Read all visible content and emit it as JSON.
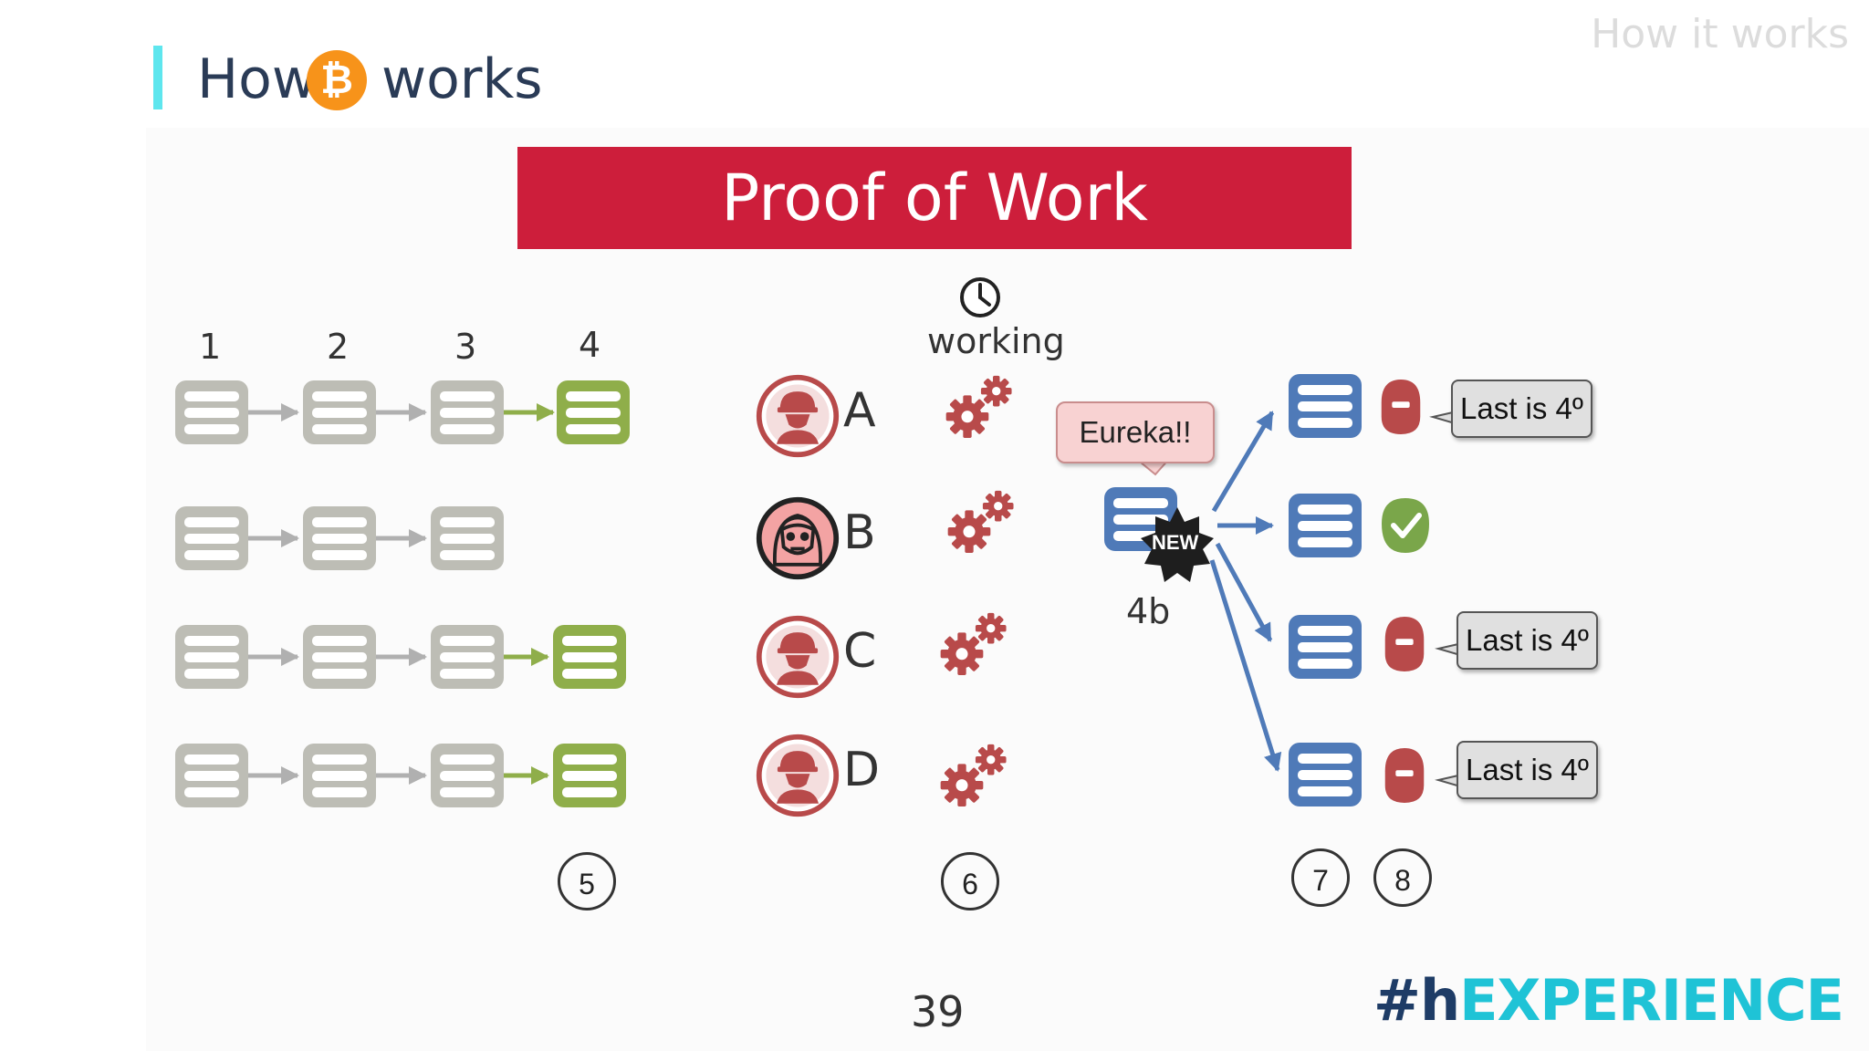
{
  "header": {
    "word_before": "How",
    "bitcoin_symbol": "₿",
    "word_after": "works",
    "corner_label": "How it works"
  },
  "banner": {
    "title": "Proof of Work"
  },
  "chain_columns": [
    "1",
    "2",
    "3",
    "4"
  ],
  "miners": [
    {
      "letter": "A",
      "icon": "worker-icon"
    },
    {
      "letter": "B",
      "icon": "hacker-icon"
    },
    {
      "letter": "C",
      "icon": "worker-icon"
    },
    {
      "letter": "D",
      "icon": "worker-icon"
    }
  ],
  "working_label": "working",
  "bubble": {
    "text": "Eureka!!"
  },
  "new_block": {
    "badge": "NEW",
    "label": "4b"
  },
  "tags": [
    "Last is 4º",
    "Last is 4º",
    "Last is 4º"
  ],
  "step_numbers": [
    "5",
    "6",
    "7",
    "8"
  ],
  "page_number": "39",
  "brand": {
    "hash": "#h",
    "rest": "EXPERIENCE"
  },
  "colors": {
    "banner": "#cd1e3b",
    "block_gray": "#bdbdb5",
    "block_green": "#8fae4a",
    "block_blue": "#4f7ab8",
    "miner_red": "#b84a4a",
    "check_green": "#7aa64a",
    "accent": "#5ee6ee"
  }
}
